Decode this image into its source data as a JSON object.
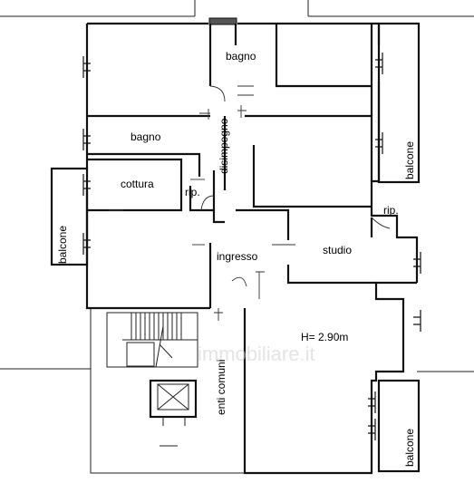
{
  "rooms": {
    "bagno_top": "bagno",
    "bagno_left": "bagno",
    "disimpegno": "disimpegno",
    "cottura": "cottura",
    "rip_left": "rip.",
    "rip_right": "rip.",
    "ingresso": "ingresso",
    "studio": "studio",
    "balcone_left": "balcone",
    "balcone_right_top": "balcone",
    "balcone_right_bottom": "balcone",
    "enti_comuni": "enti comuni"
  },
  "height_note": "H= 2.90m",
  "watermark": "immobiliare.it"
}
